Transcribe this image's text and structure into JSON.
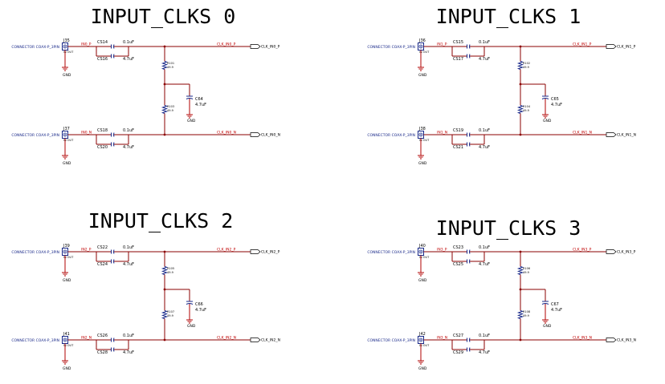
{
  "sheet": {
    "blocks": [
      {
        "title": "INPUT_CLKS  0",
        "jp": "J35",
        "jn": "J37",
        "conn_label": "CONNECTOR COAX-P_3PIN",
        "pin_label": "IN  OUT",
        "gnd_label": "GND",
        "net_in_p": "IN0_P",
        "net_in_n": "IN0_N",
        "net_clk_p": "CLK_IN0_P",
        "net_clk_n": "CLK_IN0_N",
        "port_p": "CLK_IN0_P",
        "port_n": "CLK_IN0_N",
        "cap_p_series": "CS14",
        "cap_p_series_val": "0.1uF",
        "cap_p_par": "CS16",
        "cap_p_par_val": "4.7uF",
        "cap_n_series": "CS18",
        "cap_n_series_val": "0.1uF",
        "cap_n_par": "CS20",
        "cap_n_par_val": "4.7uF",
        "r_top": "R101",
        "r_top_val": "49.9",
        "r_bot": "R103",
        "r_bot_val": "49.9",
        "c_mid": "C64",
        "c_mid_val": "4.7uF"
      },
      {
        "title": "INPUT_CLKS  1",
        "jp": "J36",
        "jn": "J38",
        "conn_label": "CONNECTOR COAX-P_3PIN",
        "pin_label": "IN  OUT",
        "gnd_label": "GND",
        "net_in_p": "IN1_P",
        "net_in_n": "IN1_N",
        "net_clk_p": "CLK_IN1_P",
        "net_clk_n": "CLK_IN1_N",
        "port_p": "CLK_IN1_P",
        "port_n": "CLK_IN1_N",
        "cap_p_series": "CS15",
        "cap_p_series_val": "0.1uF",
        "cap_p_par": "CS17",
        "cap_p_par_val": "4.7uF",
        "cap_n_series": "CS19",
        "cap_n_series_val": "0.1uF",
        "cap_n_par": "CS21",
        "cap_n_par_val": "4.7uF",
        "r_top": "R102",
        "r_top_val": "49.9",
        "r_bot": "R104",
        "r_bot_val": "49.9",
        "c_mid": "C65",
        "c_mid_val": "4.7uF"
      },
      {
        "title": "INPUT_CLKS  2",
        "jp": "J39",
        "jn": "J41",
        "conn_label": "CONNECTOR COAX-P_3PIN",
        "pin_label": "IN  OUT",
        "gnd_label": "GND",
        "net_in_p": "IN2_P",
        "net_in_n": "IN2_N",
        "net_clk_p": "CLK_IN2_P",
        "net_clk_n": "CLK_IN2_N",
        "port_p": "CLK_IN2_P",
        "port_n": "CLK_IN2_N",
        "cap_p_series": "CS22",
        "cap_p_series_val": "0.1uF",
        "cap_p_par": "CS24",
        "cap_p_par_val": "4.7uF",
        "cap_n_series": "CS26",
        "cap_n_series_val": "0.1uF",
        "cap_n_par": "CS28",
        "cap_n_par_val": "4.7uF",
        "r_top": "R105",
        "r_top_val": "49.9",
        "r_bot": "R107",
        "r_bot_val": "49.9",
        "c_mid": "C66",
        "c_mid_val": "4.7uF"
      },
      {
        "title": "INPUT_CLKS  3",
        "jp": "J40",
        "jn": "J42",
        "conn_label": "CONNECTOR COAX-P_3PIN",
        "pin_label": "IN  OUT",
        "gnd_label": "GND",
        "net_in_p": "IN3_P",
        "net_in_n": "IN3_N",
        "net_clk_p": "CLK_IN3_P",
        "net_clk_n": "CLK_IN3_N",
        "port_p": "CLK_IN3_P",
        "port_n": "CLK_IN3_N",
        "cap_p_series": "CS23",
        "cap_p_series_val": "0.1uF",
        "cap_p_par": "CS25",
        "cap_p_par_val": "4.7uF",
        "cap_n_series": "CS27",
        "cap_n_series_val": "0.1uF",
        "cap_n_par": "CS29",
        "cap_n_par_val": "4.7uF",
        "r_top": "R106",
        "r_top_val": "49.9",
        "r_bot": "R108",
        "r_bot_val": "49.9",
        "c_mid": "C67",
        "c_mid_val": "4.7uF"
      }
    ]
  }
}
